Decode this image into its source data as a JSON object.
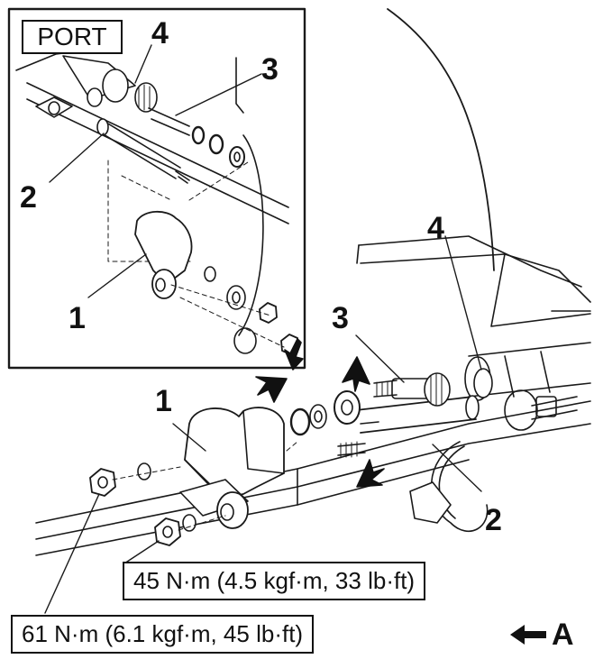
{
  "inset": {
    "label": "PORT"
  },
  "callouts": {
    "inset_1": "1",
    "inset_2": "2",
    "inset_3": "3",
    "inset_4": "4",
    "main_1": "1",
    "main_2": "2",
    "main_3": "3",
    "main_4": "4"
  },
  "torque": {
    "upper": "45 N·m (4.5 kgf·m, 33 lb·ft)",
    "lower": "61 N·m (6.1 kgf·m, 45 lb·ft)"
  },
  "view": {
    "letter": "A",
    "icon": "arrow-left-icon"
  }
}
